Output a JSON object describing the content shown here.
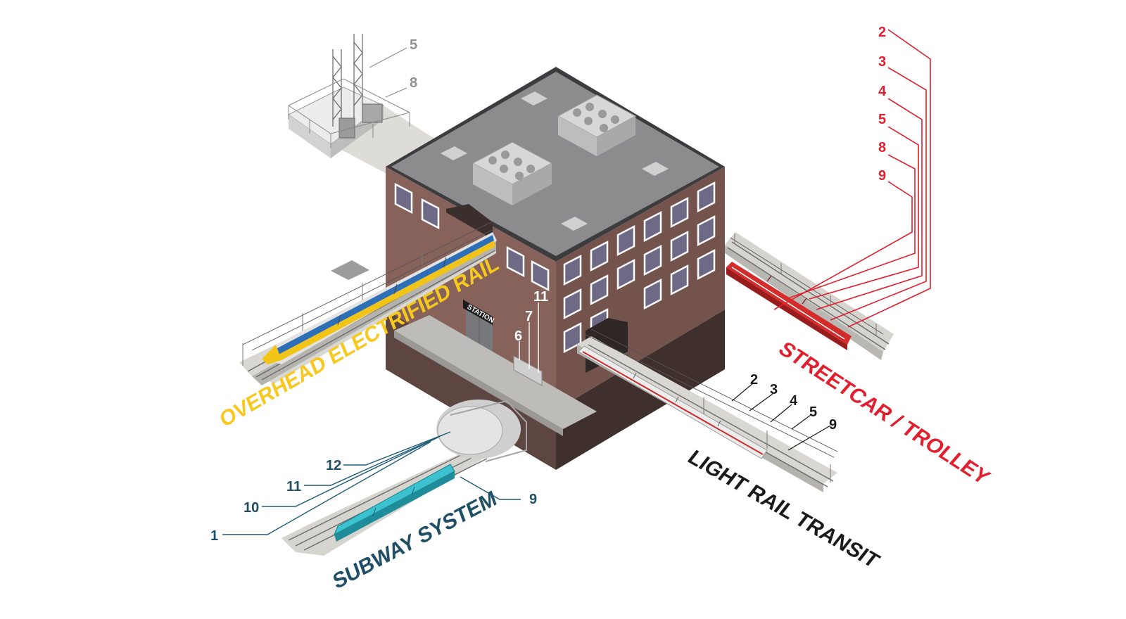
{
  "system_labels": {
    "overhead": "OVERHEAD ELECTRIFIED RAIL",
    "streetcar": "STREETCAR / TROLLEY",
    "light_rail": "LIGHT RAIL TRANSIT",
    "subway": "SUBWAY SYSTEM"
  },
  "station_sign": "STATION",
  "substation_callouts": [
    "5",
    "8"
  ],
  "station_callouts": [
    "11",
    "7",
    "6"
  ],
  "streetcar_callouts": [
    "2",
    "3",
    "4",
    "5",
    "8",
    "9"
  ],
  "light_rail_callouts": [
    "2",
    "3",
    "4",
    "5",
    "9"
  ],
  "subway_callouts": [
    "12",
    "11",
    "10",
    "1",
    "9"
  ],
  "colors": {
    "overhead": "#f7c81e",
    "streetcar": "#e0202e",
    "light_rail": "#1a1a1a",
    "subway": "#1f4f66",
    "substation": "#8f8f8f",
    "brick": "#86625b",
    "roof": "#8c8c8e",
    "foundation": "#4b3a37"
  }
}
